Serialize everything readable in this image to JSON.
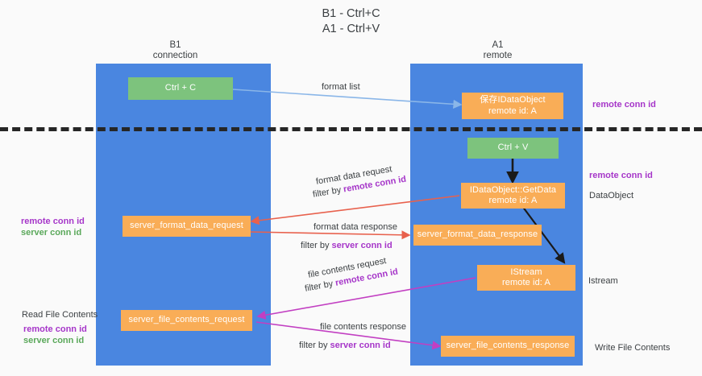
{
  "title": "B1 - Ctrl+C\nA1 - Ctrl+V",
  "colors": {
    "lane": "#4a86e0",
    "green_box": "#7dc37d",
    "orange_box": "#f9ad57",
    "purple_text": "#a636c9",
    "green_text": "#5aa85a",
    "blue_arrow": "#8ab6e8",
    "red_arrow": "#e8614d",
    "magenta_arrow": "#c23fc2",
    "black_arrow": "#1a1a1a",
    "divider": "#262626",
    "page_bg": "#fafafa"
  },
  "columns": {
    "left": {
      "name": "B1",
      "role": "connection",
      "header": "B1\nconnection"
    },
    "right": {
      "name": "A1",
      "role": "remote",
      "header": "A1\nremote"
    }
  },
  "boxes": {
    "ctrl_c": "Ctrl + C",
    "ctrl_v": "Ctrl + V",
    "save_idataobject": "保存IDataObject\nremote id: A",
    "idataobject_getdata": "IDataObject::GetData\nremote id: A",
    "istream": "IStream\nremote id: A",
    "server_format_data_request": "server_format_data_request",
    "server_format_data_response": "server_format_data_response",
    "server_file_contents_request": "server_file_contents_request",
    "server_file_contents_response": "server_file_contents_response"
  },
  "arrow_labels": {
    "format_list": "format list",
    "format_data_request": "format data request",
    "format_data_request_filter_prefix": "filter by ",
    "format_data_request_filter_key": "remote conn id",
    "format_data_response": "format data response",
    "format_data_response_filter_prefix": "filter by ",
    "format_data_response_filter_key": "server conn id",
    "file_contents_request": "file contents request",
    "file_contents_request_filter_prefix": "filter by ",
    "file_contents_request_filter_key": "remote conn id",
    "file_contents_response": "file contents response",
    "file_contents_response_filter_prefix": "filter by ",
    "file_contents_response_filter_key": "server conn id"
  },
  "side_labels": {
    "right_remote_conn_id_top": "remote conn id",
    "right_remote_conn_id_mid": "remote conn id",
    "right_dataobject": "DataObject",
    "right_istream": "Istream",
    "right_write_file_contents": "Write File Contents",
    "left_remote_conn_id_mid": "remote conn id",
    "left_server_conn_id_mid": "server conn id",
    "left_read_file_contents": "Read File Contents",
    "left_remote_conn_id_bottom": "remote conn id",
    "left_server_conn_id_bottom": "server conn id"
  }
}
